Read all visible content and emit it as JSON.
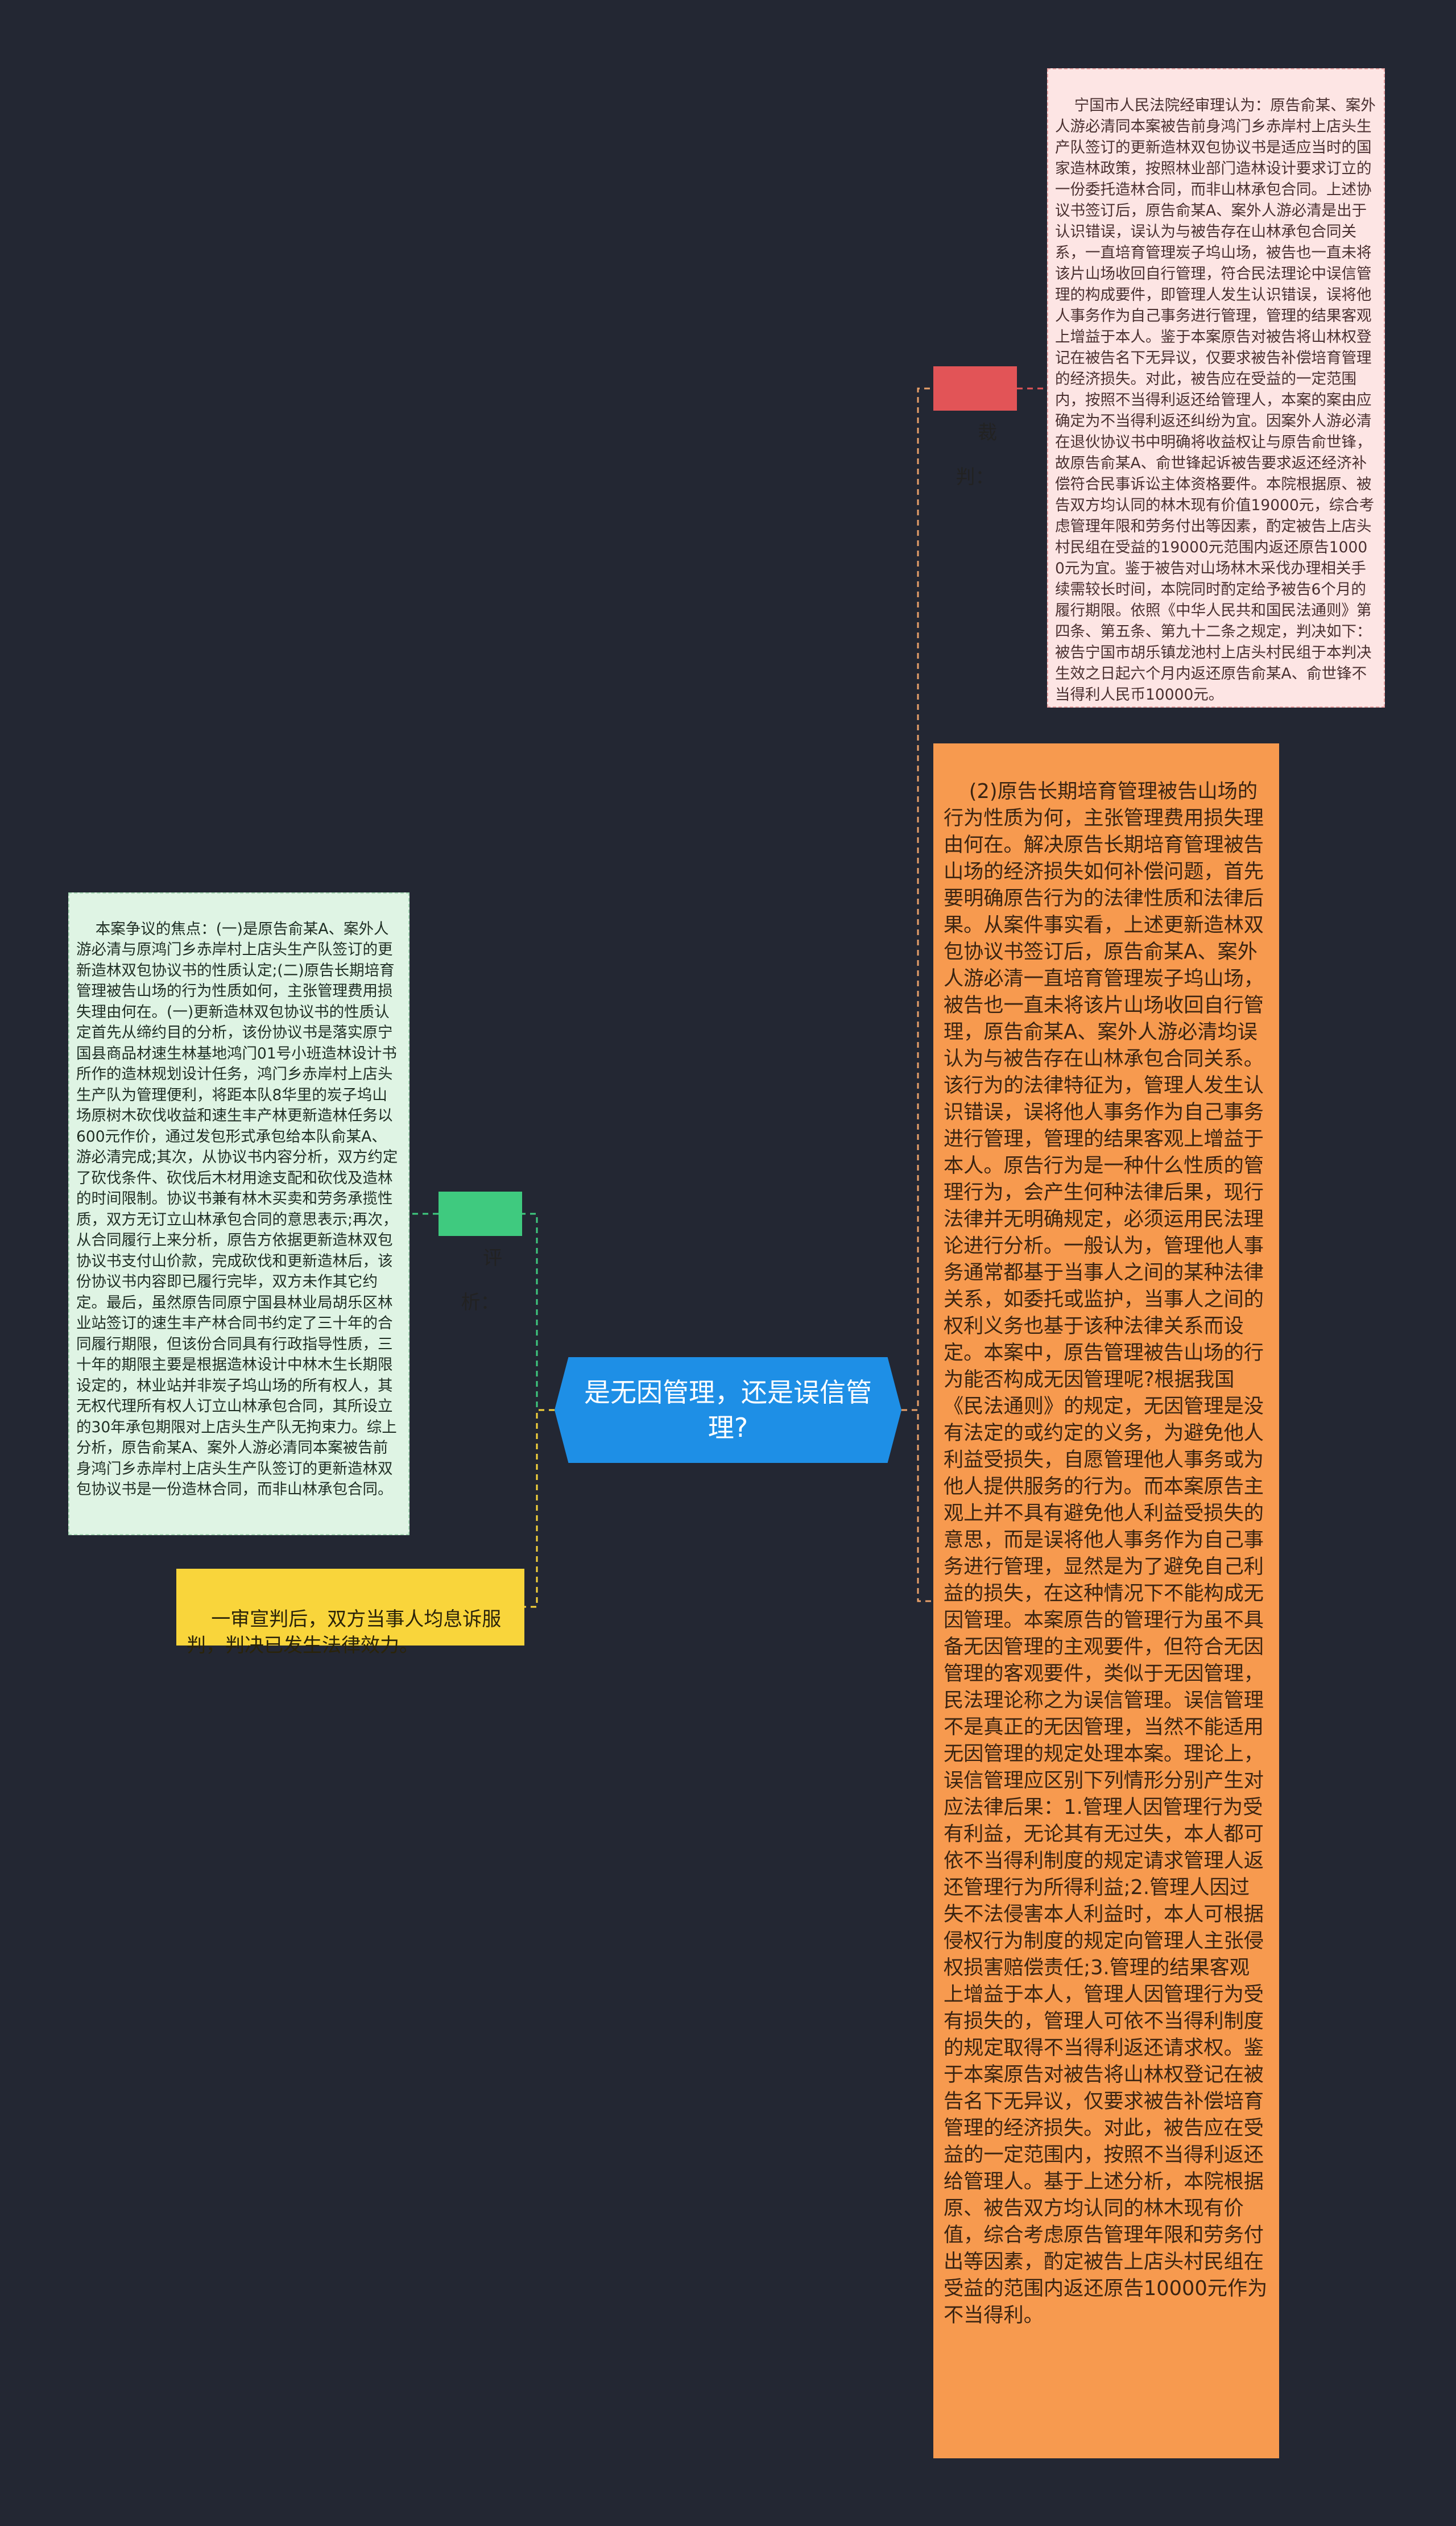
{
  "root": {
    "text": "是无因管理，还是误信管理?"
  },
  "branches": {
    "verdict_label": "裁判：",
    "verdict_text": "宁国市人民法院经审理认为：原告俞某、案外人游必清同本案被告前身鸿门乡赤岸村上店头生产队签订的更新造林双包协议书是适应当时的国家造林政策，按照林业部门造林设计要求订立的一份委托造林合同，而非山林承包合同。上述协议书签订后，原告俞某A、案外人游必清是出于认识错误，误认为与被告存在山林承包合同关系，一直培育管理炭子坞山场，被告也一直未将该片山场收回自行管理，符合民法理论中误信管理的构成要件，即管理人发生认识错误，误将他人事务作为自己事务进行管理，管理的结果客观上增益于本人。鉴于本案原告对被告将山林权登记在被告名下无异议，仅要求被告补偿培育管理的经济损失。对此，被告应在受益的一定范围内，按照不当得利返还给管理人，本案的案由应确定为不当得利返还纠纷为宜。因案外人游必清在退伙协议书中明确将收益权让与原告俞世锋，故原告俞某A、俞世锋起诉被告要求返还经济补偿符合民事诉讼主体资格要件。本院根据原、被告双方均认同的林木现有价值19000元，综合考虑管理年限和劳务付出等因素，酌定被告上店头村民组在受益的19000元范围内返还原告10000元为宜。鉴于被告对山场林木采伐办理相关手续需较长时间，本院同时酌定给予被告6个月的履行期限。依照《中华人民共和国民法通则》第四条、第五条、第九十二条之规定，判决如下：被告宁国市胡乐镇龙池村上店头村民组于本判决生效之日起六个月内返还原告俞某A、俞世锋不当得利人民币10000元。",
    "analysis_text": "(2)原告长期培育管理被告山场的行为性质为何，主张管理费用损失理由何在。解决原告长期培育管理被告山场的经济损失如何补偿问题，首先要明确原告行为的法律性质和法律后果。从案件事实看，上述更新造林双包协议书签订后，原告俞某A、案外人游必清一直培育管理炭子坞山场，被告也一直未将该片山场收回自行管理，原告俞某A、案外人游必清均误认为与被告存在山林承包合同关系。该行为的法律特征为，管理人发生认识错误，误将他人事务作为自己事务进行管理，管理的结果客观上增益于本人。原告行为是一种什么性质的管理行为，会产生何种法律后果，现行法律并无明确规定，必须运用民法理论进行分析。一般认为，管理他人事务通常都基于当事人之间的某种法律关系，如委托或监护，当事人之间的权利义务也基于该种法律关系而设定。本案中，原告管理被告山场的行为能否构成无因管理呢?根据我国《民法通则》的规定，无因管理是没有法定的或约定的义务，为避免他人利益受损失，自愿管理他人事务或为他人提供服务的行为。而本案原告主观上并不具有避免他人利益受损失的意思，而是误将他人事务作为自己事务进行管理，显然是为了避免自己利益的损失，在这种情况下不能构成无因管理。本案原告的管理行为虽不具备无因管理的主观要件，但符合无因管理的客观要件，类似于无因管理，民法理论称之为误信管理。误信管理不是真正的无因管理，当然不能适用无因管理的规定处理本案。理论上，误信管理应区别下列情形分别产生对应法律后果：1.管理人因管理行为受有利益，无论其有无过失，本人都可依不当得利制度的规定请求管理人返还管理行为所得利益;2.管理人因过失不法侵害本人利益时，本人可根据侵权行为制度的规定向管理人主张侵权损害赔偿责任;3.管理的结果客观上增益于本人，管理人因管理行为受有损失的，管理人可依不当得利制度的规定取得不当得利返还请求权。鉴于本案原告对被告将山林权登记在被告名下无异议，仅要求被告补偿培育管理的经济损失。对此，被告应在受益的一定范围内，按照不当得利返还给管理人。基于上述分析，本院根据原、被告双方均认同的林木现有价值，综合考虑原告管理年限和劳务付出等因素，酌定被告上店头村民组在受益的范围内返还原告10000元作为不当得利。",
    "review_label": "评析：",
    "review_text": "本案争议的焦点：(一)是原告俞某A、案外人游必清与原鸿门乡赤岸村上店头生产队签订的更新造林双包协议书的性质认定;(二)原告长期培育管理被告山场的行为性质如何，主张管理费用损失理由何在。(一)更新造林双包协议书的性质认定首先从缔约目的分析，该份协议书是落实原宁国县商品材速生林基地鸿门01号小班造林设计书所作的造林规划设计任务，鸿门乡赤岸村上店头生产队为管理便利，将距本队8华里的炭子坞山场原树木砍伐收益和速生丰产林更新造林任务以600元作价，通过发包形式承包给本队俞某A、游必清完成;其次，从协议书内容分析，双方约定了砍伐条件、砍伐后木材用途支配和砍伐及造林的时间限制。协议书兼有林木买卖和劳务承揽性质，双方无订立山林承包合同的意思表示;再次，从合同履行上来分析，原告方依据更新造林双包协议书支付山价款，完成砍伐和更新造林后，该份协议书内容即已履行完毕，双方未作其它约定。最后，虽然原告同原宁国县林业局胡乐区林业站签订的速生丰产林合同书约定了三十年的合同履行期限，但该份合同具有行政指导性质，三十年的期限主要是根据造林设计中林木生长期限设定的，林业站并非炭子坞山场的所有权人，其无权代理所有权人订立山林承包合同，其所设立的30年承包期限对上店头生产队无拘束力。综上分析，原告俞某A、案外人游必清同本案被告前身鸿门乡赤岸村上店头生产队签订的更新造林双包协议书是一份造林合同，而非山林承包合同。",
    "judgement_text": "一审宣判后，双方当事人均息诉服判，判决已发生法律效力。"
  },
  "colors": {
    "background": "#232733",
    "root": "#1e8fe6",
    "verdict_label": "#e25457",
    "verdict_detail": "#fde5e4",
    "analysis_detail": "#f79a4f",
    "review_label": "#3fca7f",
    "review_detail": "#dff4e4",
    "judgement": "#f9d53b"
  }
}
